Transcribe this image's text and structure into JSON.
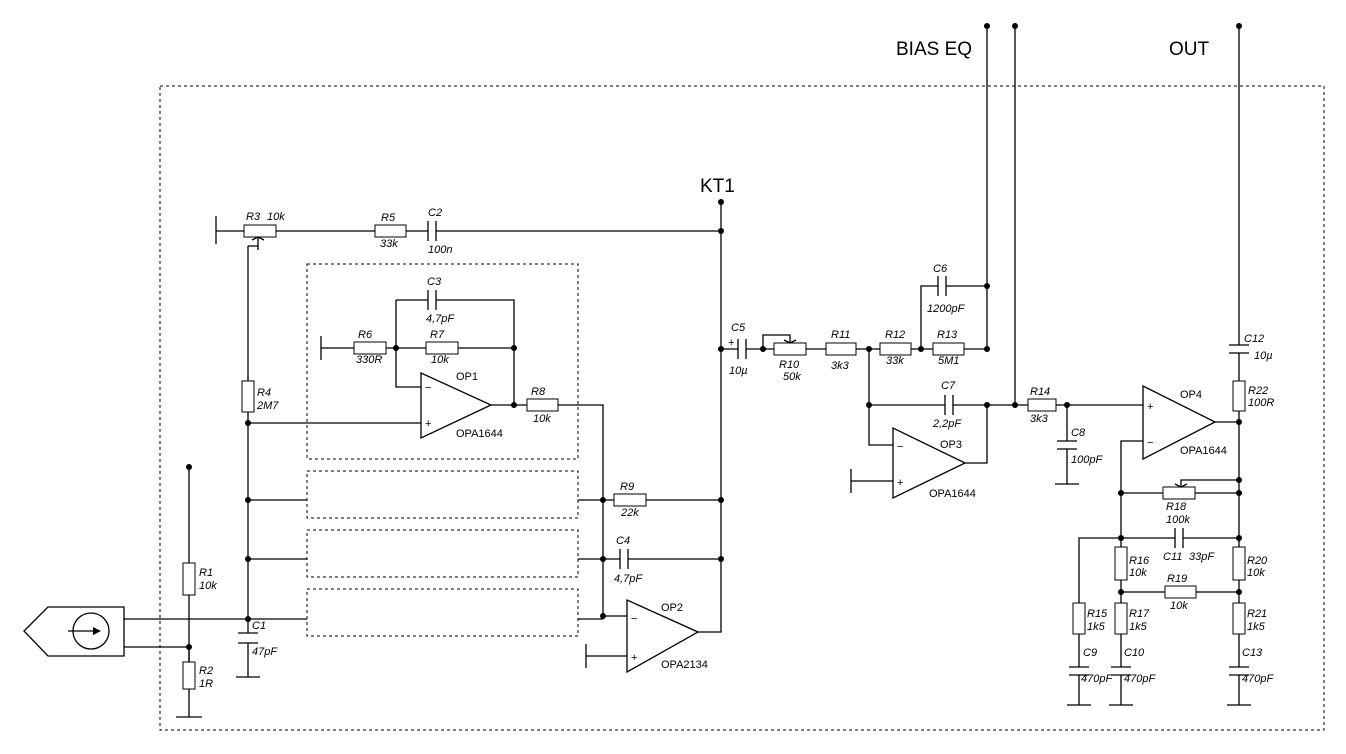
{
  "terminals": {
    "kt1": "KT1",
    "bias_eq": "BIAS EQ",
    "out": "OUT"
  },
  "components": {
    "r1": {
      "ref": "R1",
      "value": "10k"
    },
    "r2": {
      "ref": "R2",
      "value": "1R"
    },
    "r3": {
      "ref": "R3",
      "value": "10k"
    },
    "r4": {
      "ref": "R4",
      "value": "2M7"
    },
    "r5": {
      "ref": "R5",
      "value": "33k"
    },
    "r6": {
      "ref": "R6",
      "value": "330R"
    },
    "r7": {
      "ref": "R7",
      "value": "10k"
    },
    "r8": {
      "ref": "R8",
      "value": "10k"
    },
    "r9": {
      "ref": "R9",
      "value": "22k"
    },
    "r10": {
      "ref": "R10",
      "value": "50k"
    },
    "r11": {
      "ref": "R11",
      "value": "3k3"
    },
    "r12": {
      "ref": "R12",
      "value": "33k"
    },
    "r13": {
      "ref": "R13",
      "value": "5M1"
    },
    "r14": {
      "ref": "R14",
      "value": "3k3"
    },
    "r15": {
      "ref": "R15",
      "value": "1k5"
    },
    "r16": {
      "ref": "R16",
      "value": "10k"
    },
    "r17": {
      "ref": "R17",
      "value": "1k5"
    },
    "r18": {
      "ref": "R18",
      "value": "100k"
    },
    "r19": {
      "ref": "R19",
      "value": "10k"
    },
    "r20": {
      "ref": "R20",
      "value": "10k"
    },
    "r21": {
      "ref": "R21",
      "value": "1k5"
    },
    "r22": {
      "ref": "R22",
      "value": "100R"
    },
    "c1": {
      "ref": "C1",
      "value": "47pF"
    },
    "c2": {
      "ref": "C2",
      "value": "100n"
    },
    "c3": {
      "ref": "C3",
      "value": "4,7pF"
    },
    "c4": {
      "ref": "C4",
      "value": "4,7pF"
    },
    "c5": {
      "ref": "C5",
      "value": "10µ"
    },
    "c6": {
      "ref": "C6",
      "value": "1200pF"
    },
    "c7": {
      "ref": "C7",
      "value": "2,2pF"
    },
    "c8": {
      "ref": "C8",
      "value": "100pF"
    },
    "c9": {
      "ref": "C9",
      "value": "470pF"
    },
    "c10": {
      "ref": "C10",
      "value": "470pF"
    },
    "c11": {
      "ref": "C11",
      "value": "33pF"
    },
    "c12": {
      "ref": "C12",
      "value": "10µ"
    },
    "c13": {
      "ref": "C13",
      "value": "470pF"
    }
  },
  "opamps": {
    "op1": {
      "ref": "OP1",
      "part": "OPA1644"
    },
    "op2": {
      "ref": "OP2",
      "part": "OPA2134"
    },
    "op3": {
      "ref": "OP3",
      "part": "OPA1644"
    },
    "op4": {
      "ref": "OP4",
      "part": "OPA1644"
    }
  },
  "signs": {
    "minus": "−",
    "plus": "+",
    "cap_plus": "+"
  }
}
